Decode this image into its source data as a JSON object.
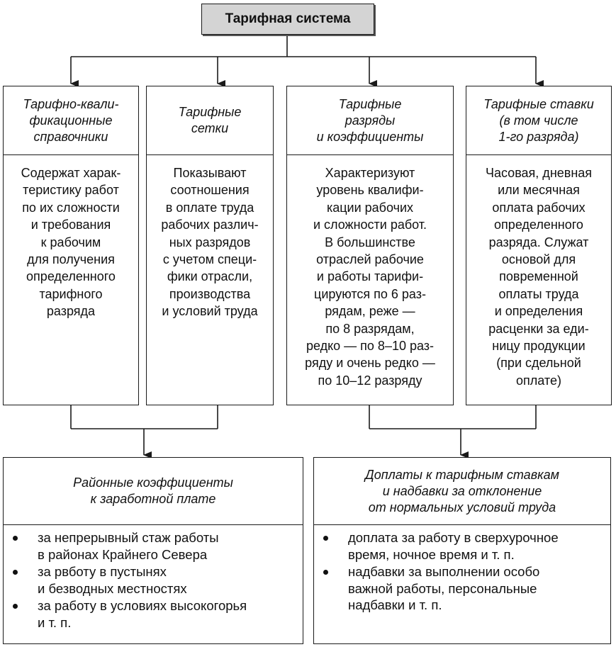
{
  "title": "Тарифная  система",
  "columns": [
    {
      "heading": "Тарифно-квали-\nфикационные\nсправочники",
      "body": "Содержат харак-\nтеристику работ\nпо их сложности\nи требования\nк рабочим\nдля получения\nопределенного\nтарифного\nразряда"
    },
    {
      "heading": "Тарифные\nсетки",
      "body": "Показывают\nсоотношения\nв оплате труда\nрабочих различ-\nных разрядов\nс учетом специ-\nфики отрасли,\nпроизводства\nи условий труда"
    },
    {
      "heading": "Тарифные\nразряды\nи коэффициенты",
      "body": "Характеризуют\nуровень квалифи-\nкации рабочих\nи сложности работ.\nВ большинстве\nотраслей рабочие\nи работы тарифи-\nцируются по 6 раз-\nрядам, реже —\nпо 8 разрядам,\nредко — по 8–10 раз-\nряду и очень редко —\nпо 10–12 разряду"
    },
    {
      "heading": "Тарифные ставки\n(в том числе\n1-го разряда)",
      "body": "Часовая, дневная\nили месячная\nоплата рабочих\nопределенного\nразряда. Служат\nосновой для\nповременной\nоплаты труда\nи определения\nрасценки за еди-\nницу продукции\n(при сдельной\nоплате)"
    }
  ],
  "bottom": [
    {
      "heading": "Районные коэффициенты\nк заработной плате",
      "items": [
        "за непрерывный стаж работы\nв районах Крайнего Севера",
        "за рвботу в пустынях\nи безводных местностях",
        "за работу в условиях высокогорья\nи т. п."
      ]
    },
    {
      "heading": "Доплаты к тарифным ставкам\nи надбавки за отклонение\nот нормальных условий труда",
      "items": [
        "доплата за работу в сверхурочное\nвремя, ночное время и т. п.",
        "надбавки за выполнении особо\nважной работы, персональные\nнадбавки и т. п."
      ]
    }
  ]
}
